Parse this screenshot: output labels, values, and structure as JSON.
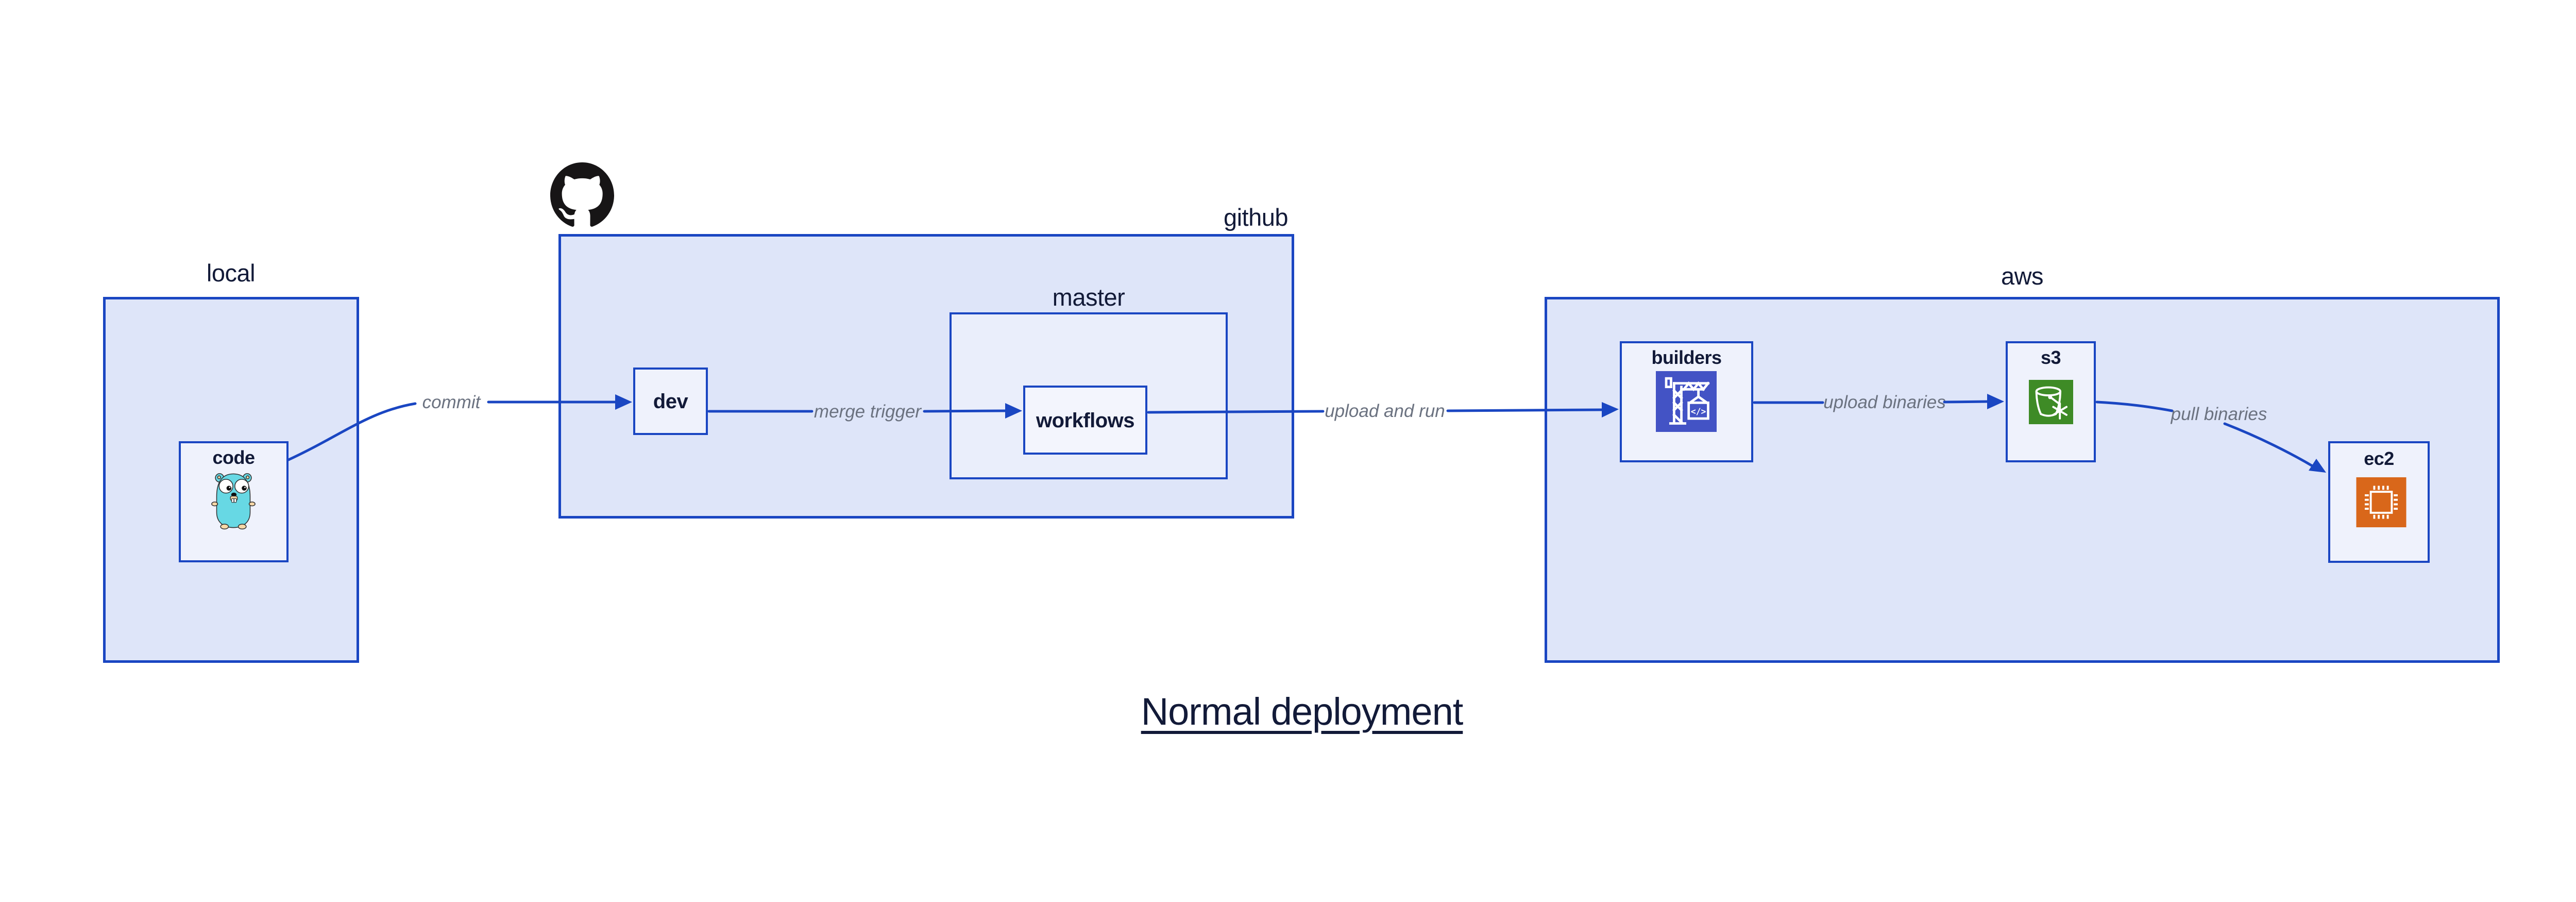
{
  "title": {
    "text": "Normal deployment"
  },
  "containers": {
    "local": {
      "label": "local"
    },
    "github": {
      "label": "github"
    },
    "master": {
      "label": "master"
    },
    "aws": {
      "label": "aws"
    }
  },
  "nodes": {
    "code": {
      "label": "code",
      "icon": "go-gopher-icon"
    },
    "dev": {
      "label": "dev"
    },
    "workflows": {
      "label": "workflows"
    },
    "builders": {
      "label": "builders",
      "icon": "crane-icon"
    },
    "s3": {
      "label": "s3",
      "icon": "s3-glacier-bucket-icon"
    },
    "ec2": {
      "label": "ec2",
      "icon": "cpu-chip-icon"
    }
  },
  "edges": {
    "commit": {
      "label": "commit"
    },
    "merge_trigger": {
      "label": "merge trigger"
    },
    "upload_and_run": {
      "label": "upload and run"
    },
    "upload_binaries": {
      "label": "upload binaries"
    },
    "pull_binaries": {
      "label": "pull binaries"
    }
  },
  "icons": [
    "github-octocat-icon",
    "go-gopher-icon",
    "crane-icon",
    "s3-glacier-bucket-icon",
    "cpu-chip-icon"
  ],
  "colors": {
    "background": "#ffffff",
    "container_fill": "#dee5f9",
    "master_fill": "#eaeefb",
    "node_fill": "#eff2fc",
    "border_blue": "#1a46c2",
    "arrow_blue": "#1a46c2",
    "heading_navy": "#121a38",
    "edge_label_gray": "#6b7280",
    "builders_icon_bg": "#4353c5",
    "s3_icon_bg": "#3e8b26",
    "ec2_icon_bg": "#d9671a",
    "gopher_teal": "#67d8e4",
    "octocat_black": "#171516"
  }
}
